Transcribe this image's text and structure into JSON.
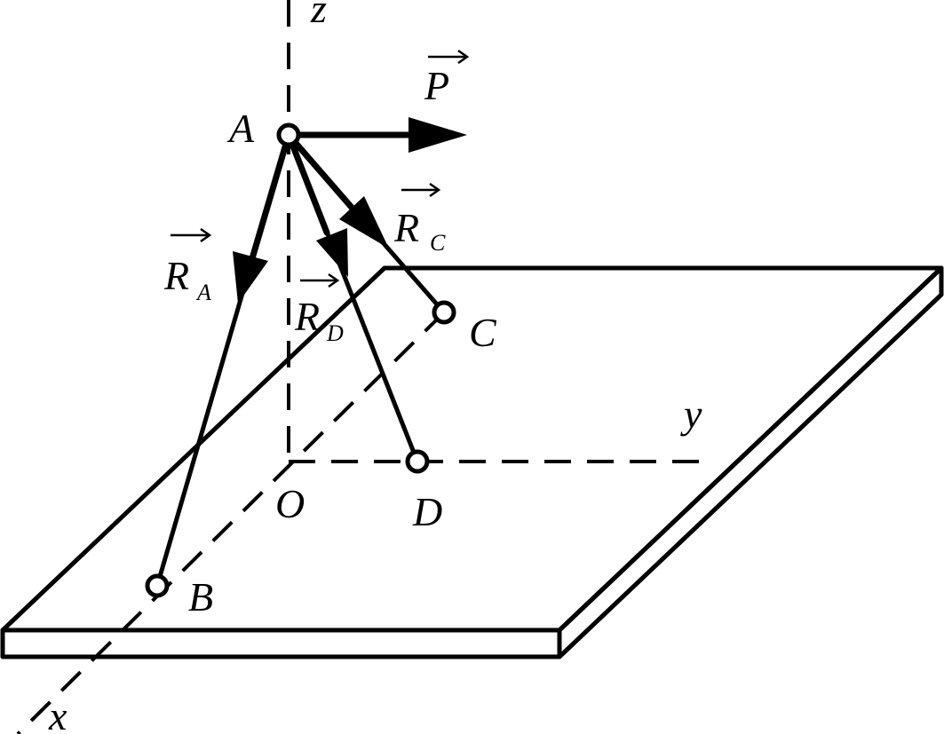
{
  "labels": {
    "z": "z",
    "y": "y",
    "x": "x",
    "O": "O",
    "A": "A",
    "B": "B",
    "C": "C",
    "D": "D",
    "P": "P",
    "RA": "R",
    "RA_sub": "A",
    "RC": "R",
    "RC_sub": "C",
    "RD": "R",
    "RD_sub": "D"
  },
  "colors": {
    "ink": "#000000",
    "paper": "#ffffff"
  }
}
